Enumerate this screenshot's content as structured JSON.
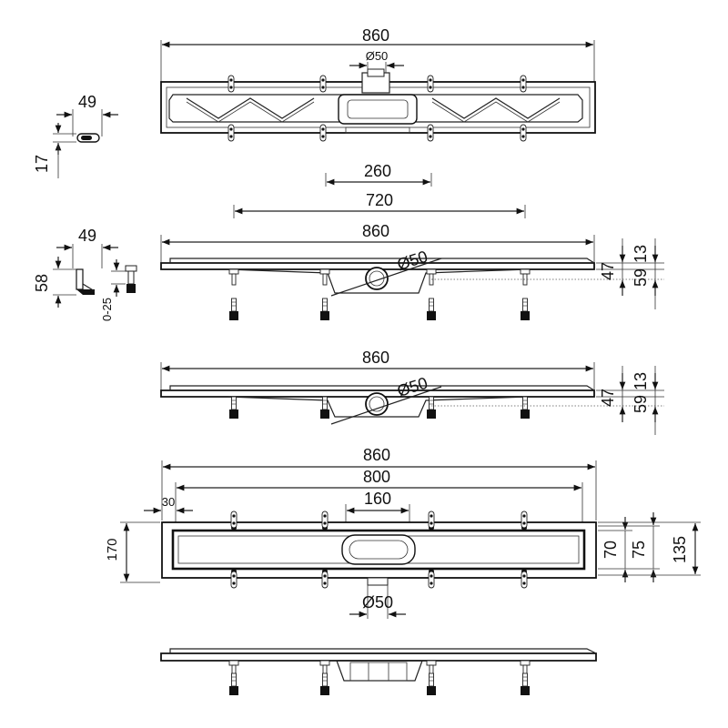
{
  "top_view": {
    "overall_length": "860",
    "outlet_diameter": "Ø50"
  },
  "clip_detail": {
    "width": "49",
    "height": "17"
  },
  "side_view_adjustable": {
    "outlet_spacing": "260",
    "foot_spacing": "720",
    "overall_length": "860",
    "outlet_diameter": "Ø50",
    "depth_47": "47",
    "depth_59": "59",
    "depth_13": "13",
    "foot_width": "49",
    "foot_height": "58",
    "foot_adjust": "0-25"
  },
  "side_view_fixed": {
    "overall_length": "860",
    "outlet_diameter": "Ø50",
    "depth_47": "47",
    "depth_59": "59",
    "depth_13": "13"
  },
  "plan_view": {
    "overall_length": "860",
    "grate_length": "800",
    "edge_offset": "30",
    "outlet_spacing": "160",
    "outlet_diameter": "Ø50",
    "overall_width": "170",
    "channel_70": "70",
    "channel_75": "75",
    "channel_135": "135"
  }
}
